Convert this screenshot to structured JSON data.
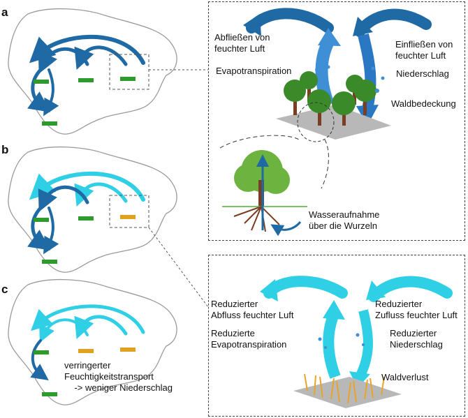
{
  "colors": {
    "dark_blue": "#1f6aa5",
    "light_cyan": "#2fd0e6",
    "forest_green": "#3a8a2a",
    "patch_green": "#2e9a2e",
    "patch_orange": "#e0a020",
    "map_outline": "#999999",
    "rain_blue": "#3e8fd6",
    "dry_grass": "#e6a62a"
  },
  "panels": {
    "a": {
      "letter": "a"
    },
    "b": {
      "letter": "b"
    },
    "c": {
      "letter": "c",
      "annotation": "verringerter\nFeuchtigkeitstransport\n    -> weniger Niederschlag"
    }
  },
  "detail_top": {
    "outflow": "Abfließen von\nfeuchter Luft",
    "inflow": "Einfließen von\nfeuchter Luft",
    "evapotranspiration": "Evapotranspiration",
    "precipitation": "Niederschlag",
    "forest_cover": "Waldbedeckung",
    "root_uptake": "Wasseraufnahme\nüber die Wurzeln"
  },
  "detail_bottom": {
    "reduced_outflow": "Reduzierter\nAbfluss feuchter Luft",
    "reduced_inflow": "Reduzierter\nZufluss feuchter Luft",
    "reduced_evapotranspiration": "Reduzierte\nEvapotranspiration",
    "reduced_precipitation": "Reduzierter\nNiederschlag",
    "forest_loss": "Waldverlust"
  }
}
